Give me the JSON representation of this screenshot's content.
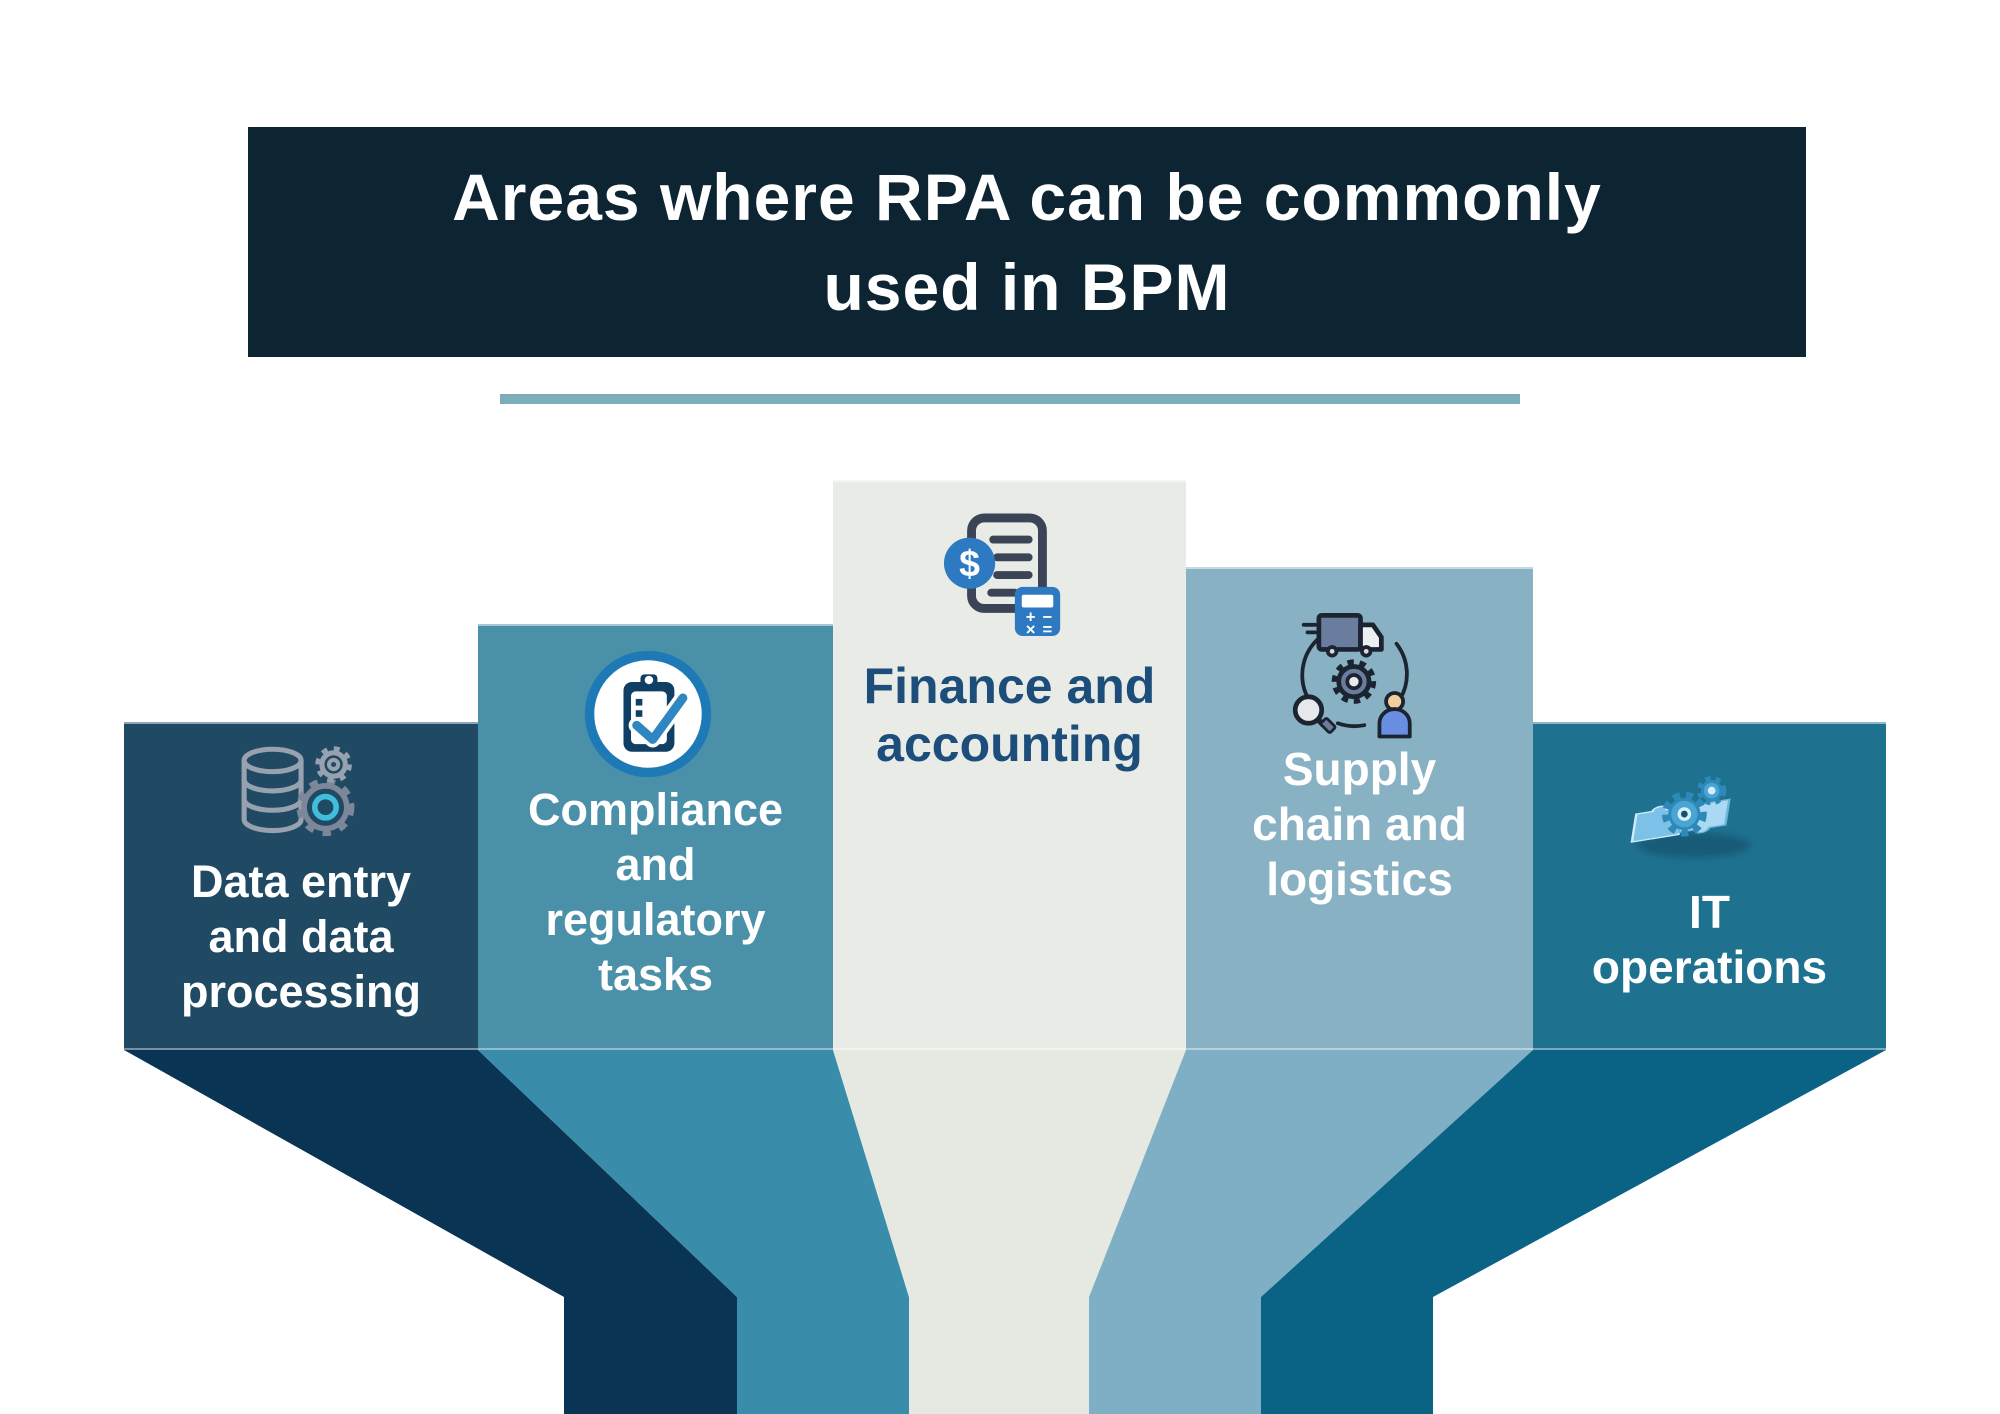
{
  "title": {
    "line1": "Areas where RPA can be commonly",
    "line2": "used in BPM"
  },
  "colors": {
    "banner-bg": "#0D2433",
    "divider": "#7BADBB",
    "col1-rect": "#204963",
    "col1-funnel": "#0A3453",
    "col2-rect": "#4A90A8",
    "col2-funnel": "#398CAA",
    "col3-rect": "#E9ECE6",
    "col3-funnel": "#E5E9E2",
    "col4-rect": "#88B2C4",
    "col4-funnel": "#7FAFC4",
    "col5-rect": "#1E7290",
    "col5-funnel": "#0A6385",
    "col3-text": "#1D4E7B",
    "icon-blue": "#2E7AC2",
    "icon-ring-blue": "#1E7AB6",
    "icon-navy": "#0F3F63",
    "icon-cyan": "#41BEDC"
  },
  "columns": [
    {
      "icon": "database-gears-icon",
      "label_lines": [
        "Data entry",
        "and data",
        "processing"
      ]
    },
    {
      "icon": "compliance-clipboard-icon",
      "label_lines": [
        "Compliance",
        "and",
        "regulatory",
        "tasks"
      ]
    },
    {
      "icon": "finance-calculator-icon",
      "label_lines": [
        "Finance and",
        "accounting"
      ]
    },
    {
      "icon": "supply-chain-icon",
      "label_lines": [
        "Supply",
        "chain and",
        "logistics"
      ]
    },
    {
      "icon": "it-operations-puzzle-icon",
      "label_lines": [
        "IT",
        "operations"
      ]
    }
  ]
}
